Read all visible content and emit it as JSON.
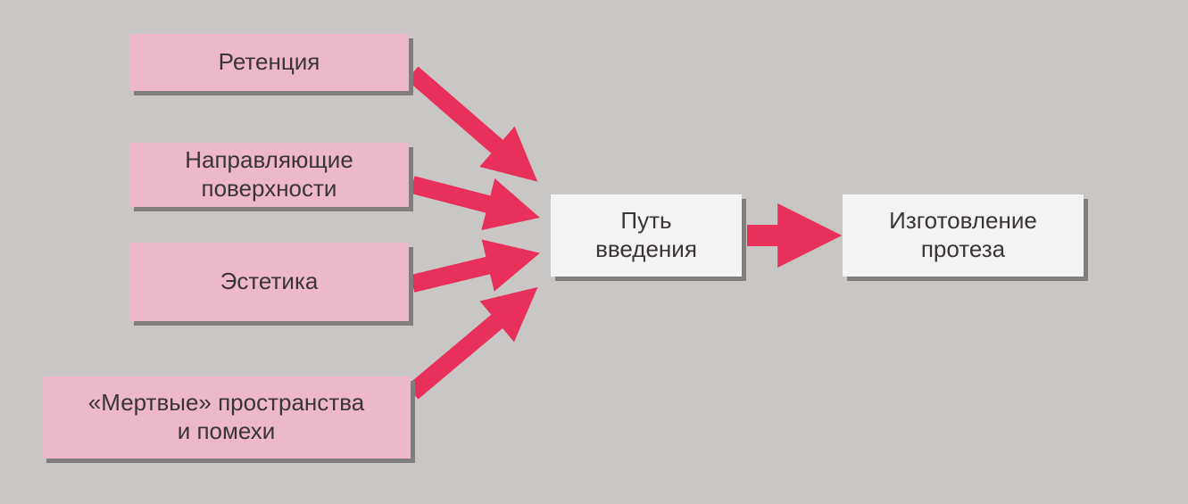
{
  "factors": [
    {
      "label": "Ретенция"
    },
    {
      "label_line1": "Направляющие",
      "label_line2": "поверхности"
    },
    {
      "label": "Эстетика"
    },
    {
      "label_line1": "«Мертвые» пространства",
      "label_line2": "и помехи"
    }
  ],
  "center": {
    "line1": "Путь",
    "line2": "введения"
  },
  "result": {
    "line1": "Изготовление",
    "line2": "протеза"
  },
  "colors": {
    "background": "#c8c7c6",
    "factor_box": "#ecb8ca",
    "arrow": "#e8305a",
    "result_box": "#f3f3f4"
  }
}
